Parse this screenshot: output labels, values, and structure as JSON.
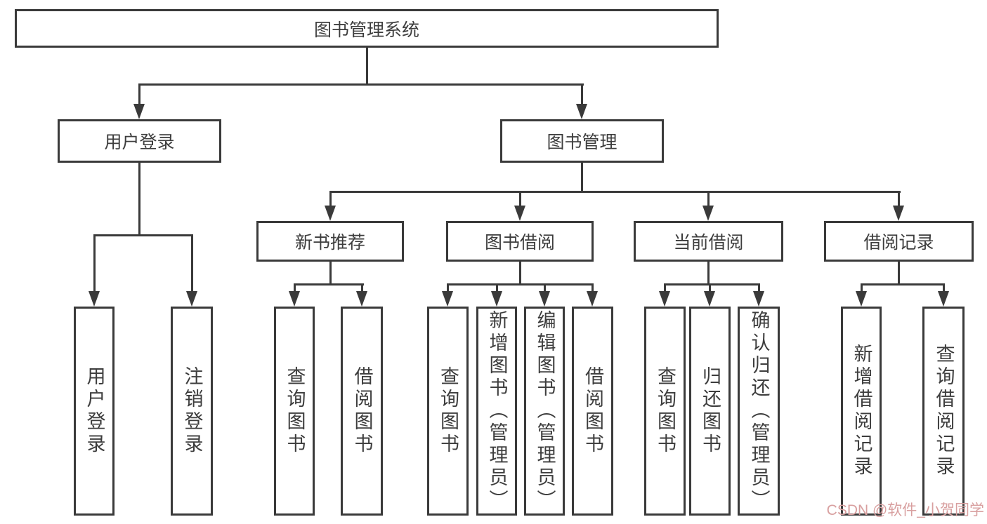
{
  "colors": {
    "line": "#3a3a3a",
    "text": "#3d3d3d",
    "background": "#ffffff",
    "watermark": "#d89f9f"
  },
  "watermark": {
    "text": "CSDN @软件_小贺同学"
  },
  "tree": {
    "root": {
      "label": "图书管理系统"
    },
    "children": [
      {
        "label": "用户登录",
        "children": [
          {
            "label": "用户登录"
          },
          {
            "label": "注销登录"
          }
        ]
      },
      {
        "label": "图书管理",
        "children": [
          {
            "label": "新书推荐",
            "children": [
              {
                "label": "查询图书"
              },
              {
                "label": "借阅图书"
              }
            ]
          },
          {
            "label": "图书借阅",
            "children": [
              {
                "label": "查询图书"
              },
              {
                "label": "新增图书（管理员）"
              },
              {
                "label": "编辑图书（管理员）"
              },
              {
                "label": "借阅图书"
              }
            ]
          },
          {
            "label": "当前借阅",
            "children": [
              {
                "label": "查询图书"
              },
              {
                "label": "归还图书"
              },
              {
                "label": "确认归还（管理员）"
              }
            ]
          },
          {
            "label": "借阅记录",
            "children": [
              {
                "label": "新增借阅记录"
              },
              {
                "label": "查询借阅记录"
              }
            ]
          }
        ]
      }
    ]
  }
}
